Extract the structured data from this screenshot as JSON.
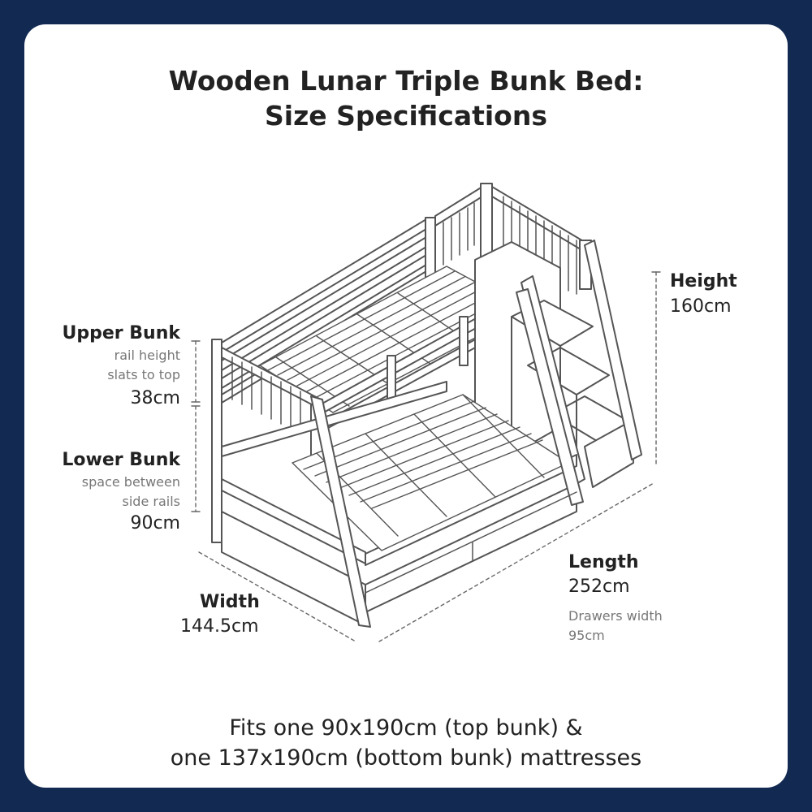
{
  "title": {
    "line1": "Wooden Lunar Triple Bunk Bed:",
    "line2": "Size Specifications"
  },
  "dimensions": {
    "height": {
      "label": "Height",
      "value": "160cm"
    },
    "upper_bunk": {
      "label": "Upper Bunk",
      "desc1": "rail height",
      "desc2": "slats to top",
      "value": "38cm"
    },
    "lower_bunk": {
      "label": "Lower Bunk",
      "desc1": "space between",
      "desc2": "side rails",
      "value": "90cm"
    },
    "length": {
      "label": "Length",
      "value": "252cm",
      "note1": "Drawers width",
      "note2": "95cm"
    },
    "width": {
      "label": "Width",
      "value": "144.5cm"
    }
  },
  "footer": {
    "line1": "Fits one 90x190cm (top bunk) &",
    "line2": "one 137x190cm (bottom bunk) mattresses"
  },
  "colors": {
    "background": "#122a52",
    "card": "#ffffff",
    "text": "#222222",
    "muted": "#777777",
    "line": "#555555"
  }
}
